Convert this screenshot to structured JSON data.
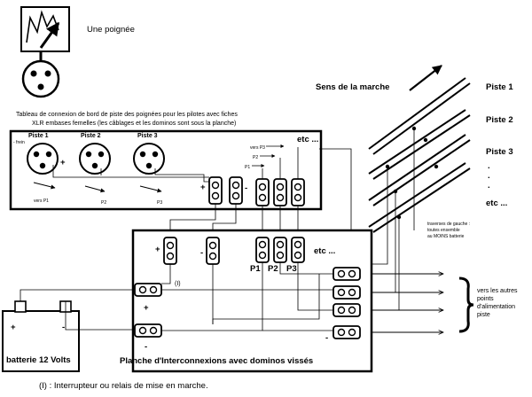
{
  "handle": {
    "label": "Une poignée"
  },
  "direction": {
    "label": "Sens de la marche"
  },
  "tracks": {
    "piste1": "Piste 1",
    "piste2": "Piste 2",
    "piste3": "Piste 3",
    "dots": ". . .",
    "etc": "etc ..."
  },
  "table": {
    "title_line1": "Tableau de connexion de bord de piste des poignées pour les pilotes avec fiches",
    "title_line2": "XLR embases femelles (les câblages et les dominos sont sous la planche)",
    "sockets": [
      "Piste 1",
      "Piste 2",
      "Piste 3"
    ],
    "frein": "- frein",
    "plus_sign": "+",
    "arrow_labels": [
      "vers P1",
      "P2",
      "P3"
    ],
    "vers_p3": "vers P3",
    "p2": "P2",
    "p1": "P1",
    "etc": "etc ...",
    "polarity_plus": "+",
    "polarity_minus": "-"
  },
  "rail_note": {
    "line1": "traverses de gauche :",
    "line2": "toutes ensemble",
    "line3": "au MOINS batterie"
  },
  "board": {
    "plus": "+",
    "minus": "-",
    "interrupteur": "(I)",
    "p_labels": [
      "P1",
      "P2",
      "P3"
    ],
    "etc": "etc ...",
    "plus_left": "+",
    "minus_left": "-",
    "caption": "Planche d'Interconnexions avec dominos vissés"
  },
  "battery": {
    "plus": "+",
    "minus": "-",
    "label": "batterie 12 Volts"
  },
  "other_points": {
    "line1": "vers les autres",
    "line2": "points",
    "line3": "d'alimentation",
    "line4": "piste"
  },
  "footnote": "(I) : Interrupteur ou relais de mise en marche."
}
